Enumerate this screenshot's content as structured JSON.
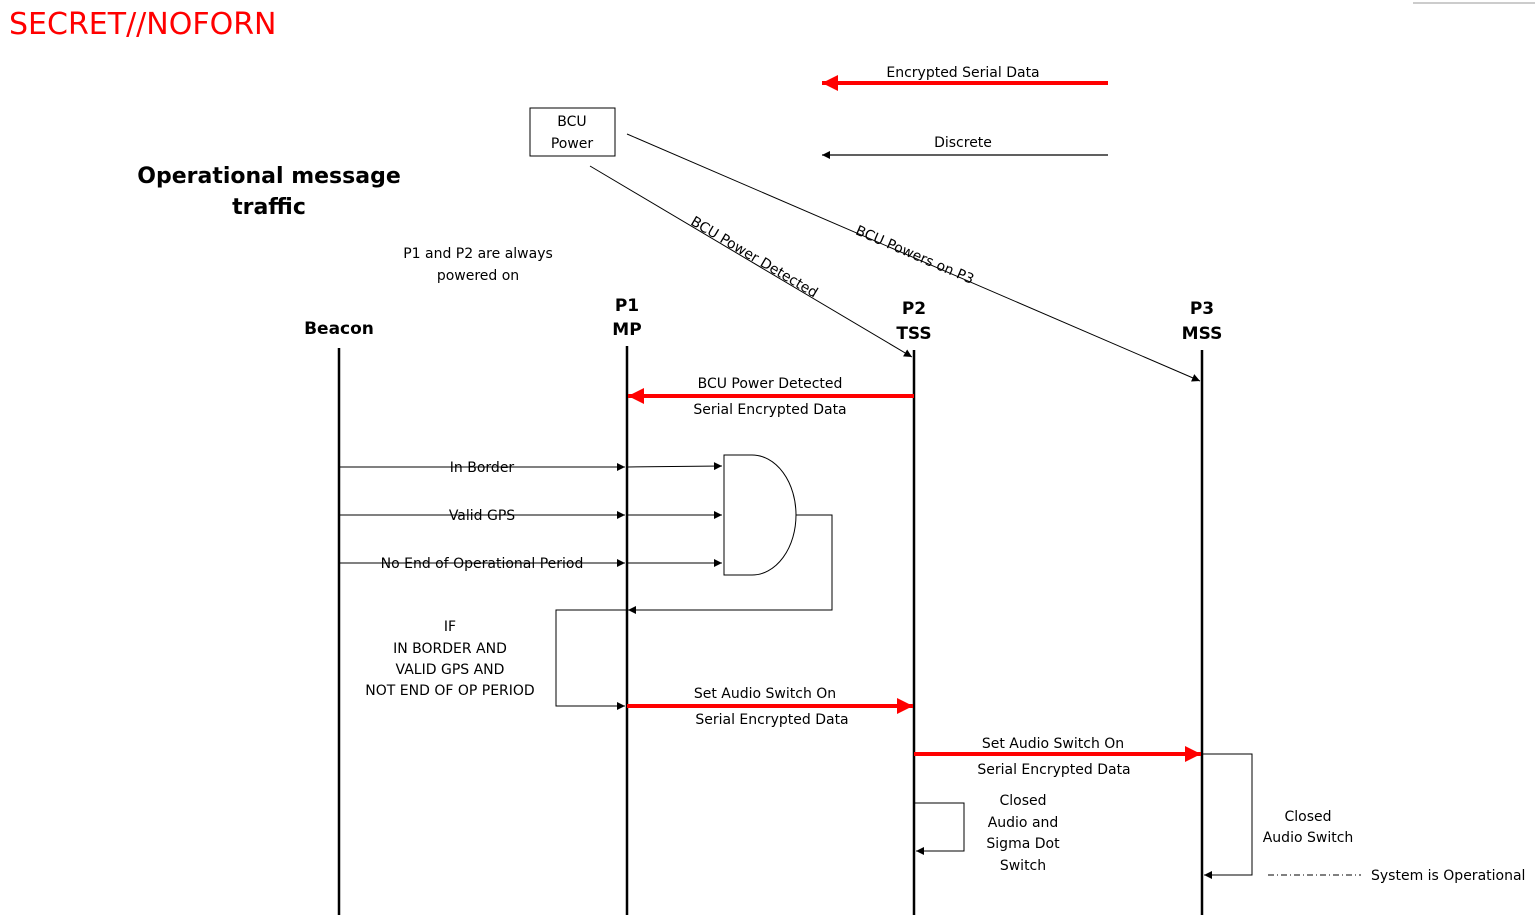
{
  "classification": "SECRET//NOFORN",
  "title_line1": "Operational message",
  "title_line2": "traffic",
  "note_line1": "P1 and P2 are always",
  "note_line2": "powered on",
  "legend": {
    "encrypted": "Encrypted Serial Data",
    "discrete": "Discrete",
    "operational": "System is Operational"
  },
  "bcu_box": {
    "line1": "BCU",
    "line2": "Power"
  },
  "lifelines": {
    "beacon": "Beacon",
    "p1_name": "P1",
    "p1_role": "MP",
    "p2_name": "P2",
    "p2_role": "TSS",
    "p3_name": "P3",
    "p3_role": "MSS"
  },
  "messages": {
    "bcu_power_detected_diag": "BCU Power Detected",
    "bcu_powers_on_p3": "BCU Powers on P3",
    "p2_to_p1_top": "BCU Power Detected",
    "p2_to_p1_bottom": "Serial Encrypted Data",
    "in_border": "In Border",
    "valid_gps": "Valid GPS",
    "no_end_op": "No End of Operational Period",
    "p1_to_p2_top": "Set Audio Switch On",
    "p1_to_p2_bottom": "Serial Encrypted Data",
    "p2_to_p3_top": "Set Audio Switch On",
    "p2_to_p3_bottom": "Serial Encrypted Data"
  },
  "condition": {
    "line1": "IF",
    "line2": "IN BORDER AND",
    "line3": "VALID GPS AND",
    "line4": "NOT END OF OP PERIOD"
  },
  "p2_self": {
    "line1": "Closed",
    "line2": "Audio and",
    "line3": "Sigma Dot",
    "line4": "Switch"
  },
  "p3_self": {
    "line1": "Closed",
    "line2": "Audio Switch"
  },
  "colors": {
    "encrypted": "#ff0000",
    "discrete": "#000000",
    "classification": "#ff0000"
  }
}
